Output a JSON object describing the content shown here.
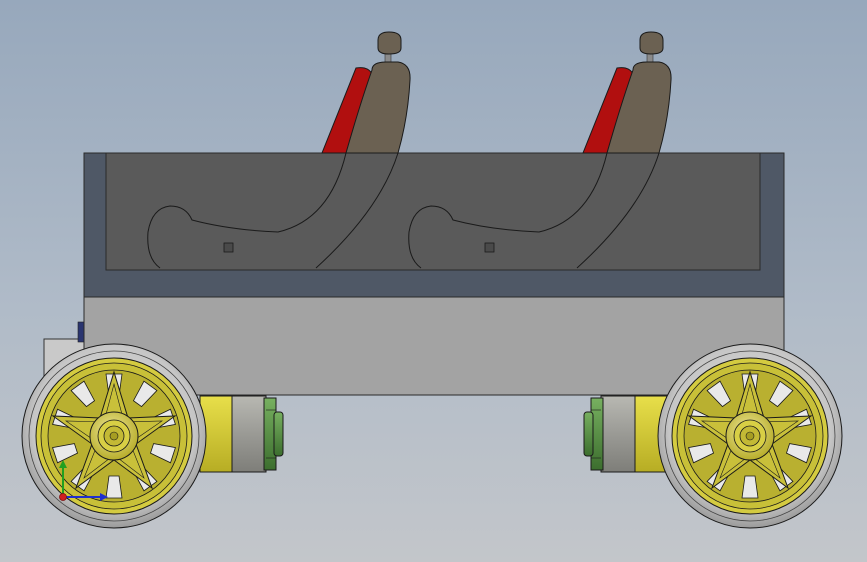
{
  "viewport": {
    "background_top": "#97a8bc",
    "background_bottom": "#c3c6ca"
  },
  "model": {
    "body_color": "#5a5a5a",
    "body_frame_color": "#4f5866",
    "lower_body_color": "#a3a3a3",
    "seat_color": "#6b6152",
    "seat_accent_color": "#b10f0f",
    "wheel_rim_color": "#c8c038",
    "tire_color": "#c9c9c9",
    "motor_gray_color": "#9a9a95",
    "motor_green_color": "#4f8a3f",
    "seats": [
      "seat-front",
      "seat-rear"
    ],
    "wheels": [
      "wheel-left",
      "wheel-right"
    ],
    "motors": [
      "motor-left",
      "motor-right"
    ]
  },
  "triad": {
    "x_color": "#1f2fd0",
    "y_color": "#20a020",
    "z_color": "#d02020"
  }
}
